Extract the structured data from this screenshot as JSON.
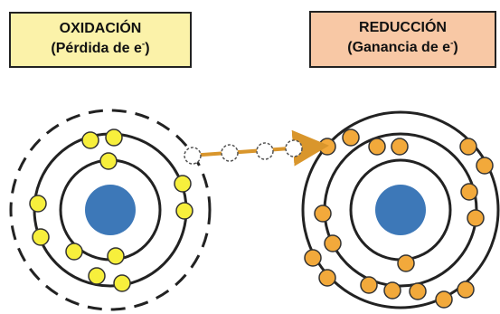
{
  "oxidation": {
    "title": "OXIDACIÓN",
    "subtitle_prefix": "(Pérdida de e",
    "subtitle_sup": "-",
    "subtitle_suffix": ")",
    "fill_color": "#fbf2a9"
  },
  "reduction": {
    "title": "REDUCCIÓN",
    "subtitle_prefix": "(Ganancia de e",
    "subtitle_sup": "-",
    "subtitle_suffix": ")",
    "fill_color": "#f8c8a5"
  },
  "colors": {
    "nucleus": "#3d78b8",
    "electron_oxidation": "#f7ef3c",
    "electron_reduction": "#f2a93b",
    "arrow": "#d9962c",
    "electron_transfer": "#ffffff"
  }
}
